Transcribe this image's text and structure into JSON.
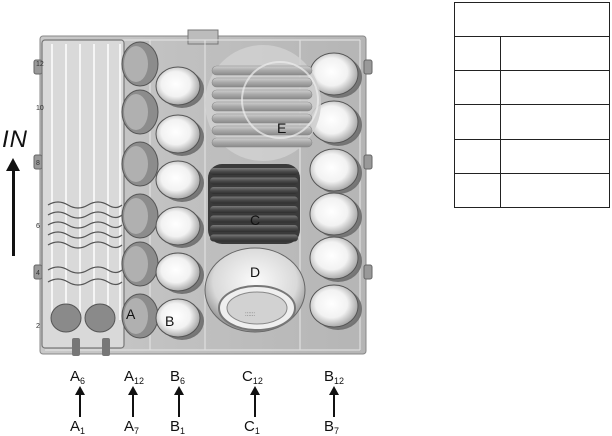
{
  "direction_label": "IN",
  "items": {
    "A": "A",
    "B": "B",
    "C": "C",
    "D": "D",
    "E": "E"
  },
  "positions_bottom": [
    {
      "letter": "A",
      "num": "1"
    },
    {
      "letter": "A",
      "num": "7"
    },
    {
      "letter": "B",
      "num": "1"
    },
    {
      "letter": "C",
      "num": "1"
    },
    {
      "letter": "B",
      "num": "7"
    }
  ],
  "positions_top": [
    {
      "letter": "A",
      "num": "6"
    },
    {
      "letter": "A",
      "num": "12"
    },
    {
      "letter": "B",
      "num": "6"
    },
    {
      "letter": "C",
      "num": "12"
    },
    {
      "letter": "B",
      "num": "12"
    }
  ],
  "table": {
    "rows": 6,
    "cells": []
  }
}
